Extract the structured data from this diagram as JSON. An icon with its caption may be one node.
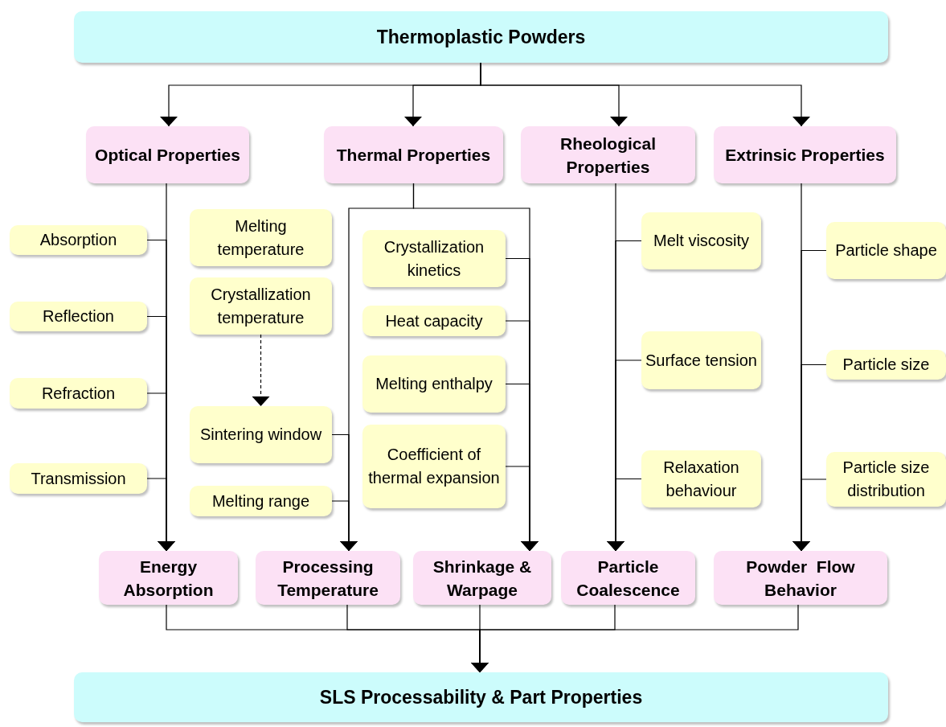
{
  "diagram": {
    "nodes": [
      {
        "text": [
          "Thermoplastic Powders"
        ]
      },
      {
        "text": [
          "Optical Properties"
        ]
      },
      {
        "text": [
          "Thermal Properties"
        ]
      },
      {
        "text": [
          "Rheological Properties"
        ]
      },
      {
        "text": [
          "Extrinsic Properties"
        ]
      },
      {
        "text": [
          "Absorption"
        ]
      },
      {
        "text": [
          "Reflection"
        ]
      },
      {
        "text": [
          "Refraction"
        ]
      },
      {
        "text": [
          "Transmission"
        ]
      },
      {
        "text": [
          "Melting temperature"
        ]
      },
      {
        "text": [
          "Crystallization temperature"
        ]
      },
      {
        "text": [
          "Sintering window"
        ]
      },
      {
        "text": [
          "Melting range"
        ]
      },
      {
        "text": [
          "Crystallization kinetics"
        ]
      },
      {
        "text": [
          "Heat capacity"
        ]
      },
      {
        "text": [
          "Melting enthalpy"
        ]
      },
      {
        "text": [
          "Coefficient of thermal expansion"
        ]
      },
      {
        "text": [
          "Melt viscosity"
        ]
      },
      {
        "text": [
          "Surface tension"
        ]
      },
      {
        "text": [
          "Relaxation behaviour"
        ]
      },
      {
        "text": [
          "Particle shape"
        ]
      },
      {
        "text": [
          "Particle size"
        ]
      },
      {
        "text": [
          "Particle size distribution"
        ]
      },
      {
        "text": [
          "Energy Absorption"
        ]
      },
      {
        "text": [
          "Processing Temperature"
        ]
      },
      {
        "text": [
          "Shrinkage & Warpage"
        ]
      },
      {
        "text": [
          "Particle Coalescence"
        ]
      },
      {
        "text": [
          "Powder  Flow Behavior"
        ]
      },
      {
        "text": [
          "SLS Processability & Part Properties"
        ]
      }
    ],
    "edges": [
      {
        "from": 0,
        "to": 1,
        "arrow": "to"
      },
      {
        "from": 0,
        "to": 2,
        "arrow": "to"
      },
      {
        "from": 0,
        "to": 3,
        "arrow": "to"
      },
      {
        "from": 0,
        "to": 4,
        "arrow": "to"
      },
      {
        "from": 1,
        "to": 23,
        "arrow": "to"
      },
      {
        "from": 5,
        "to": 23,
        "arrow": "to"
      },
      {
        "from": 6,
        "to": 23,
        "arrow": "to"
      },
      {
        "from": 7,
        "to": 23,
        "arrow": "to"
      },
      {
        "from": 8,
        "to": 23,
        "arrow": "to"
      },
      {
        "from": 2,
        "to": 24,
        "arrow": "to"
      },
      {
        "from": 2,
        "to": 25,
        "arrow": "to"
      },
      {
        "from": 10,
        "to": 11,
        "arrow": "to",
        "style": "dashed"
      },
      {
        "from": 11,
        "to": 24,
        "arrow": "to"
      },
      {
        "from": 12,
        "to": 24,
        "arrow": "to"
      },
      {
        "from": 13,
        "to": 25,
        "arrow": "to"
      },
      {
        "from": 14,
        "to": 25,
        "arrow": "to"
      },
      {
        "from": 15,
        "to": 25,
        "arrow": "to"
      },
      {
        "from": 16,
        "to": 25,
        "arrow": "to"
      },
      {
        "from": 3,
        "to": 26,
        "arrow": "to"
      },
      {
        "from": 17,
        "to": 26,
        "arrow": "to"
      },
      {
        "from": 18,
        "to": 26,
        "arrow": "to"
      },
      {
        "from": 19,
        "to": 26,
        "arrow": "to"
      },
      {
        "from": 4,
        "to": 27,
        "arrow": "to"
      },
      {
        "from": 20,
        "to": 27,
        "arrow": "to"
      },
      {
        "from": 21,
        "to": 27,
        "arrow": "to"
      },
      {
        "from": 22,
        "to": 27,
        "arrow": "to"
      },
      {
        "from": 23,
        "to": 28,
        "arrow": "to"
      },
      {
        "from": 24,
        "to": 28,
        "arrow": "to"
      },
      {
        "from": 25,
        "to": 28,
        "arrow": "to"
      },
      {
        "from": 26,
        "to": 28,
        "arrow": "to"
      },
      {
        "from": 27,
        "to": 28,
        "arrow": "to"
      }
    ]
  }
}
